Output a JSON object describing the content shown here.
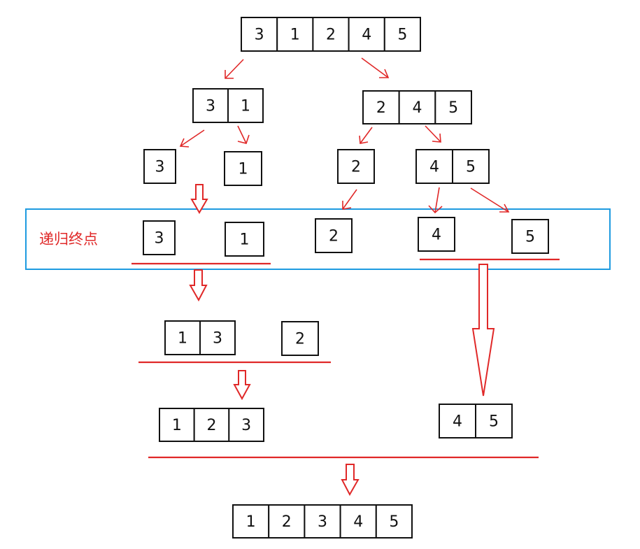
{
  "diagram": {
    "label": "递归终点",
    "nodes": {
      "root": [
        "3",
        "1",
        "2",
        "4",
        "5"
      ],
      "l1_left": [
        "3",
        "1"
      ],
      "l1_right": [
        "2",
        "4",
        "5"
      ],
      "l2_a": [
        "3"
      ],
      "l2_b": [
        "1"
      ],
      "l2_c": [
        "2"
      ],
      "l2_d": [
        "4",
        "5"
      ],
      "end_3": [
        "3"
      ],
      "end_1": [
        "1"
      ],
      "end_2": [
        "2"
      ],
      "end_4": [
        "4"
      ],
      "end_5": [
        "5"
      ],
      "merge_13": [
        "1",
        "3"
      ],
      "merge_2": [
        "2"
      ],
      "merge_123": [
        "1",
        "2",
        "3"
      ],
      "merge_45": [
        "4",
        "5"
      ],
      "final": [
        "1",
        "2",
        "3",
        "4",
        "5"
      ]
    },
    "colors": {
      "arrow": "#e02828",
      "box": "#111111",
      "highlight_border": "#1e9be0"
    }
  }
}
